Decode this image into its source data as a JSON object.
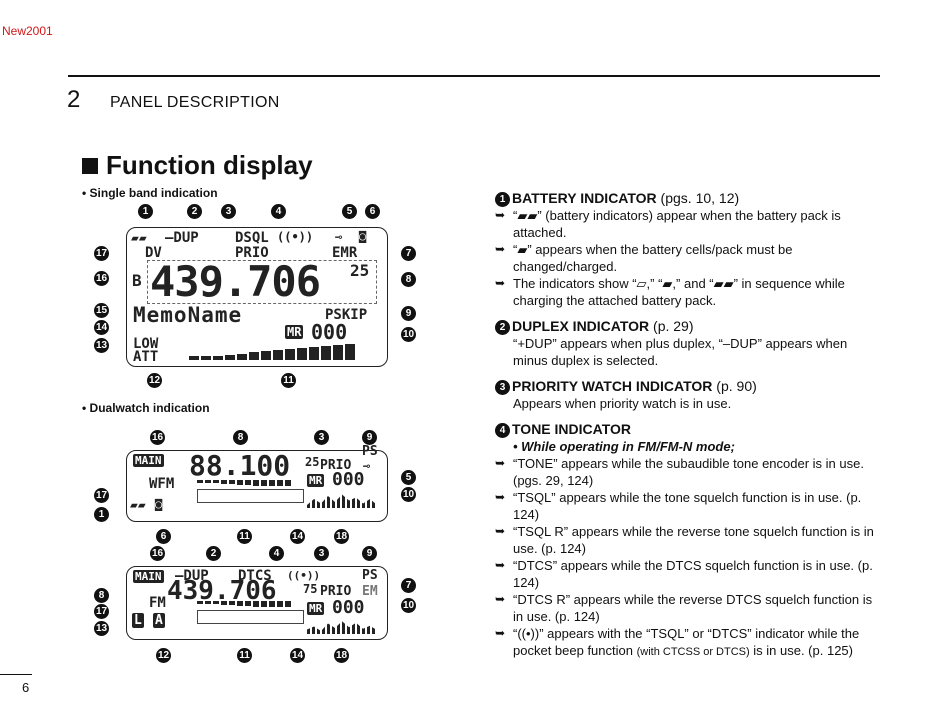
{
  "corner_tag": "New2001",
  "header": {
    "chapter": "2",
    "title": "PANEL DESCRIPTION"
  },
  "section_title": "Function display",
  "single_label": "• Single band indication",
  "dual_label": "• Dualwatch indication",
  "page_number": "6",
  "callouts": {
    "c1": "1",
    "c2": "2",
    "c3": "3",
    "c4": "4",
    "c5": "5",
    "c6": "6",
    "c7": "7",
    "c8": "8",
    "c9": "9",
    "c10": "10",
    "c11": "11",
    "c12": "12",
    "c13": "13",
    "c14": "14",
    "c15": "15",
    "c16": "16",
    "c17": "17",
    "c18": "18"
  },
  "lcd_single": {
    "dup": "–DUP",
    "dsql": "DSQL",
    "dv": "DV",
    "prio": "PRIO",
    "emr": "EMR",
    "b": "B",
    "freq": "439.706",
    "freq_small": "25",
    "memo": "MemoName",
    "pskip": "PSKIP",
    "mr": "MR",
    "ch": "000",
    "low": "LOW",
    "att": "ATT"
  },
  "lcd_dual_top": {
    "main": "MAIN",
    "freq": "88.100",
    "freq_small": "25",
    "prio": "PRIO",
    "ps": "PS",
    "wfm": "WFM",
    "mr": "MR",
    "ch": "000"
  },
  "lcd_dual_bottom": {
    "main": "MAIN",
    "dup": "–DUP",
    "dtcs": "DTCS",
    "ps": "PS",
    "freq": "439.706",
    "freq_small": "75",
    "prio": "PRIO",
    "em": "EM",
    "fm": "FM",
    "mr": "MR",
    "ch": "000",
    "l": "L",
    "a": "A"
  },
  "desc": {
    "s1": {
      "num": "1",
      "title": "BATTERY INDICATOR",
      "ref": " (pgs. 10, 12)",
      "l1": "“▰▰” (battery indicators) appear when the battery pack is attached.",
      "l2": "“▰” appears when the battery cells/pack must be changed/charged.",
      "l3": "The indicators show “▱,” “▰,” and “▰▰” in sequence while charging the attached battery pack."
    },
    "s2": {
      "num": "2",
      "title": "DUPLEX INDICATOR",
      "ref": " (p. 29)",
      "l1": "“+DUP” appears when plus duplex, “–DUP” appears when minus duplex is selected."
    },
    "s3": {
      "num": "3",
      "title": "PRIORITY WATCH INDICATOR",
      "ref": " (p. 90)",
      "l1": "Appears when priority watch is in use."
    },
    "s4": {
      "num": "4",
      "title": "TONE INDICATOR",
      "mode": "• While operating in FM/FM-N mode;",
      "l1": "“TONE” appears while the subaudible tone encoder is in use. (pgs. 29, 124)",
      "l2": "“TSQL” appears while the tone squelch function is in use. (p. 124)",
      "l3": "“TSQL R” appears while the reverse tone squelch function is in use. (p. 124)",
      "l4": "“DTCS” appears while the DTCS squelch function is in use. (p. 124)",
      "l5": "“DTCS R” appears while the reverse DTCS squelch function is in use. (p. 124)",
      "l6a": "“((•))” appears with the “TSQL” or “DTCS” indicator while the pocket beep function ",
      "l6b": "(with CTCSS or DTCS)",
      "l6c": " is in use. (p. 125)"
    }
  }
}
